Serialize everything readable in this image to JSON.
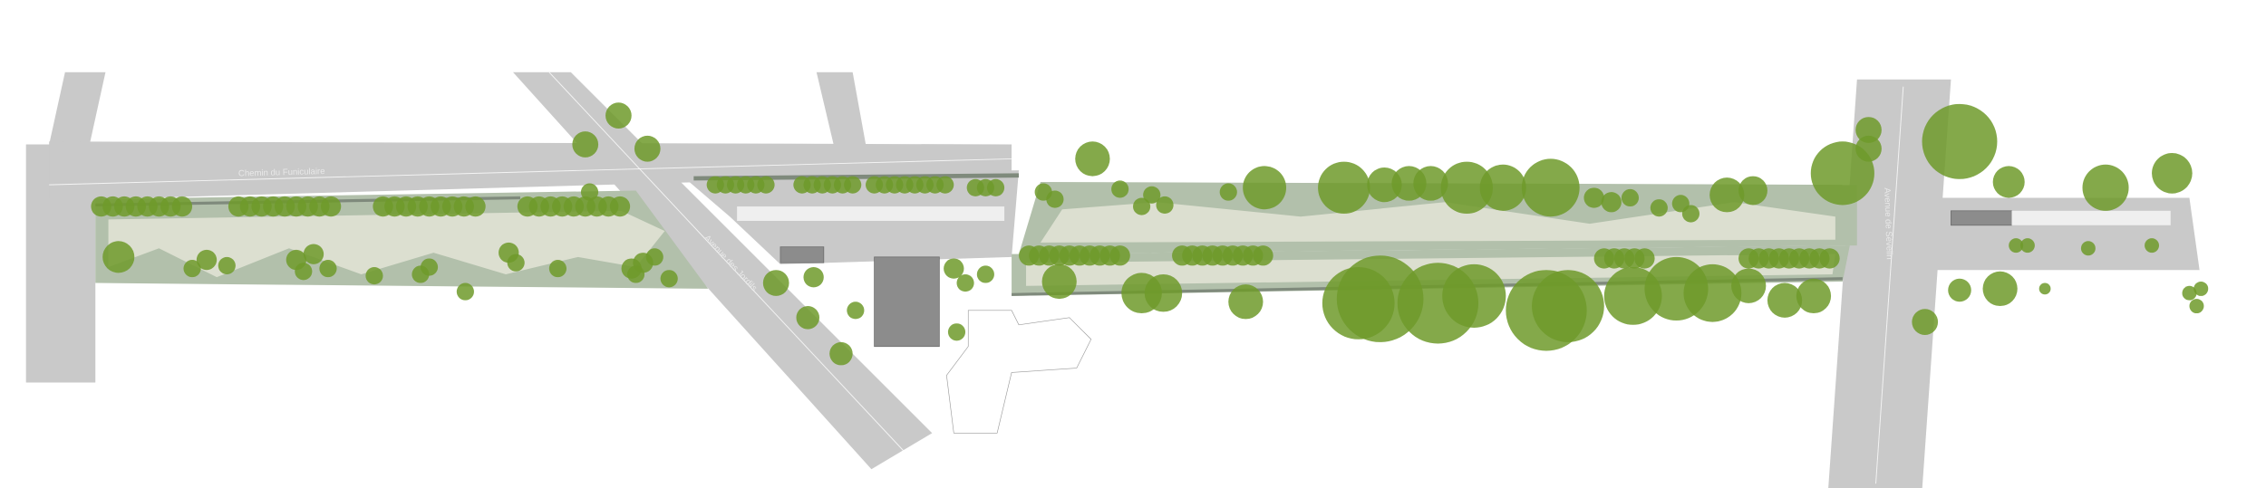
{
  "plan": {
    "streets": {
      "funiculaire": "Chemin du Funiculaire",
      "jordils": "Avenue des Jordils",
      "east_avenue": "Avenue de Sévelin"
    },
    "colors": {
      "road": "#c9c9c9",
      "park_dark": "#b2c0ab",
      "park_light": "#dcdfd0",
      "tree": "#6f9a2a",
      "building": "#8c8c8c"
    }
  }
}
